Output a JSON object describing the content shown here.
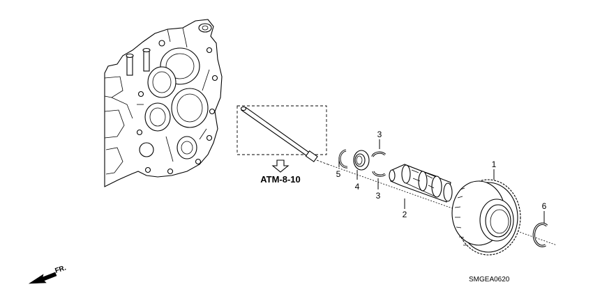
{
  "diagram": {
    "reference_label": "ATM-8-10",
    "front_marker": "FR.",
    "drawing_code": "SMGEA0620",
    "callouts": [
      {
        "id": "p1",
        "label": "1"
      },
      {
        "id": "p2",
        "label": "2"
      },
      {
        "id": "p3a",
        "label": "3"
      },
      {
        "id": "p3b",
        "label": "3"
      },
      {
        "id": "p4",
        "label": "4"
      },
      {
        "id": "p5",
        "label": "5"
      },
      {
        "id": "p6",
        "label": "6"
      }
    ]
  }
}
